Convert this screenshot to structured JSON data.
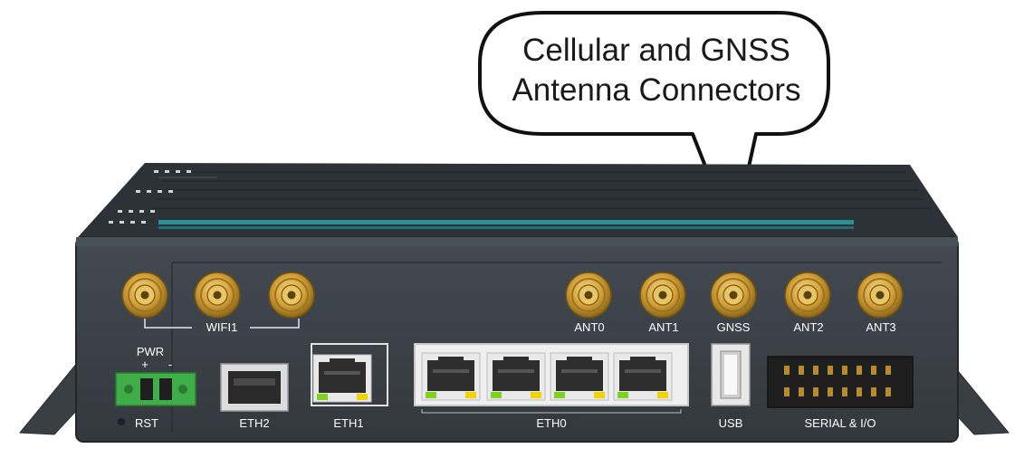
{
  "callout": {
    "line1": "Cellular and GNSS",
    "line2": "Antenna Connectors"
  },
  "antennas": {
    "wifi": "WIFI1",
    "ant0": "ANT0",
    "ant1": "ANT1",
    "gnss": "GNSS",
    "ant2": "ANT2",
    "ant3": "ANT3"
  },
  "ports": {
    "pwr": "PWR",
    "pwr_plus": "+",
    "pwr_minus": "-",
    "rst": "RST",
    "eth2": "ETH2",
    "eth1": "ETH1",
    "eth0": "ETH0",
    "usb": "USB",
    "serial": "SERIAL & I/O"
  },
  "colors": {
    "chassis": "#3b4047",
    "chassis_top": "#2c3137",
    "teal_stripe": "#2b8f96",
    "sma_gold": "#d4a23a",
    "terminal_green": "#3fae49",
    "led_green": "#7ed321",
    "led_yellow": "#f2d200"
  }
}
